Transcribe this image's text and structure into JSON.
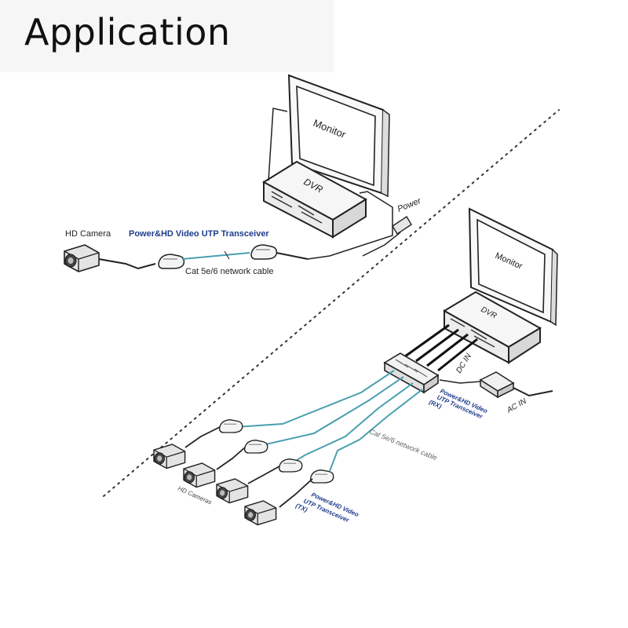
{
  "page": {
    "title": "Application"
  },
  "single_system": {
    "camera_label": "HD Camera",
    "transceiver_label": "Power&HD Video UTP Transceiver",
    "cable_label": "Cat 5e/6 network cable",
    "monitor_label": "Monitor",
    "dvr_label": "DVR",
    "power_label": "Power"
  },
  "multi_system": {
    "monitor_label": "Monitor",
    "dvr_label": "DVR",
    "dc_in_label": "DC IN",
    "ac_in_label": "AC IN",
    "rx_label_line1": "Power&HD Video",
    "rx_label_line2": "UTP Transceiver",
    "rx_label_line3": "(RX)",
    "tx_label_line1": "Power&HD Video",
    "tx_label_line2": "UTP Transceiver",
    "tx_label_line3": "(TX)",
    "cable_label": "Cat 5e/6 network cable",
    "cameras_label": "HD Cameras"
  },
  "colors": {
    "line": "#222222",
    "cable_teal": "#4a9fb0",
    "label_blue": "#1e3c8c"
  }
}
